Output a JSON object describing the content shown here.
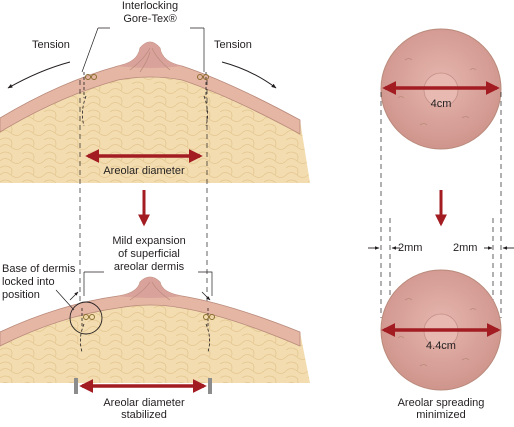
{
  "labels": {
    "interlocking": "Interlocking",
    "gore_tex": "Gore-Tex®",
    "tension_left": "Tension",
    "tension_right": "Tension",
    "areolar_diameter": "Areolar diameter",
    "mild_expansion_1": "Mild expansion",
    "mild_expansion_2": "of superficial",
    "mild_expansion_3": "areolar dermis",
    "base_dermis_1": "Base of dermis",
    "base_dermis_2": "locked into",
    "base_dermis_3": "position",
    "stabilized_1": "Areolar diameter",
    "stabilized_2": "stabilized",
    "measure_top": "4cm",
    "measure_bottom": "4.4cm",
    "gap_left": "2mm",
    "gap_right": "2mm",
    "spreading_1": "Areolar spreading",
    "spreading_2": "minimized"
  },
  "colors": {
    "skin": "#e5b6a4",
    "tissue": "#f3ddb0",
    "areola": "#d9a39b",
    "arrow": "#a21c22",
    "line": "#231f20"
  }
}
